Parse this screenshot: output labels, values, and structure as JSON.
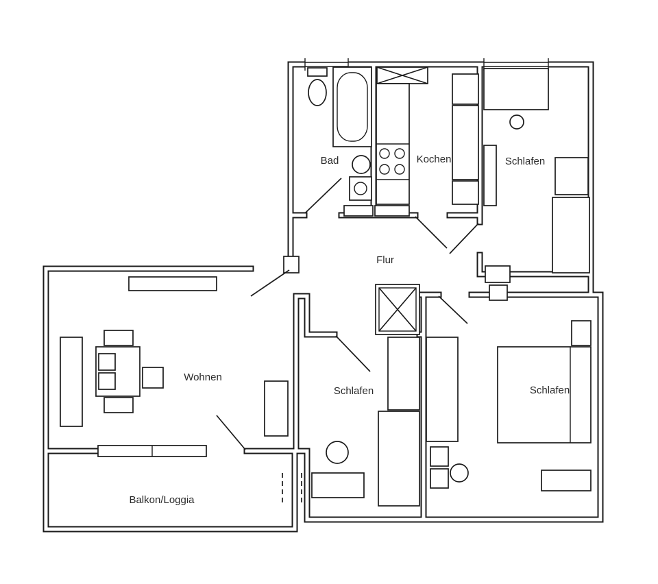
{
  "colors": {
    "background": "#ffffff",
    "wall": "#1b1b1b",
    "label": "#2a2a2a"
  },
  "floorplan": {
    "rooms": [
      {
        "id": "bad",
        "label": "Bad"
      },
      {
        "id": "kochen",
        "label": "Kochen"
      },
      {
        "id": "schlafen-top",
        "label": "Schlafen"
      },
      {
        "id": "flur",
        "label": "Flur"
      },
      {
        "id": "wohnen",
        "label": "Wohnen"
      },
      {
        "id": "schlafen-mitte",
        "label": "Schlafen"
      },
      {
        "id": "schlafen-rechts",
        "label": "Schlafen"
      },
      {
        "id": "balkon",
        "label": "Balkon/Loggia"
      }
    ],
    "fixtures": [
      "toilet",
      "bathtub",
      "sink",
      "washing-machine",
      "vent-shaft",
      "kitchen-counter",
      "stove",
      "fridge-cabinets",
      "bed",
      "bedside-lamp",
      "wardrobe",
      "radiator",
      "sideboard",
      "shelf",
      "dining-table",
      "chair",
      "side-table",
      "cabinet",
      "window",
      "door-swing",
      "round-table",
      "desk",
      "dresser"
    ]
  }
}
